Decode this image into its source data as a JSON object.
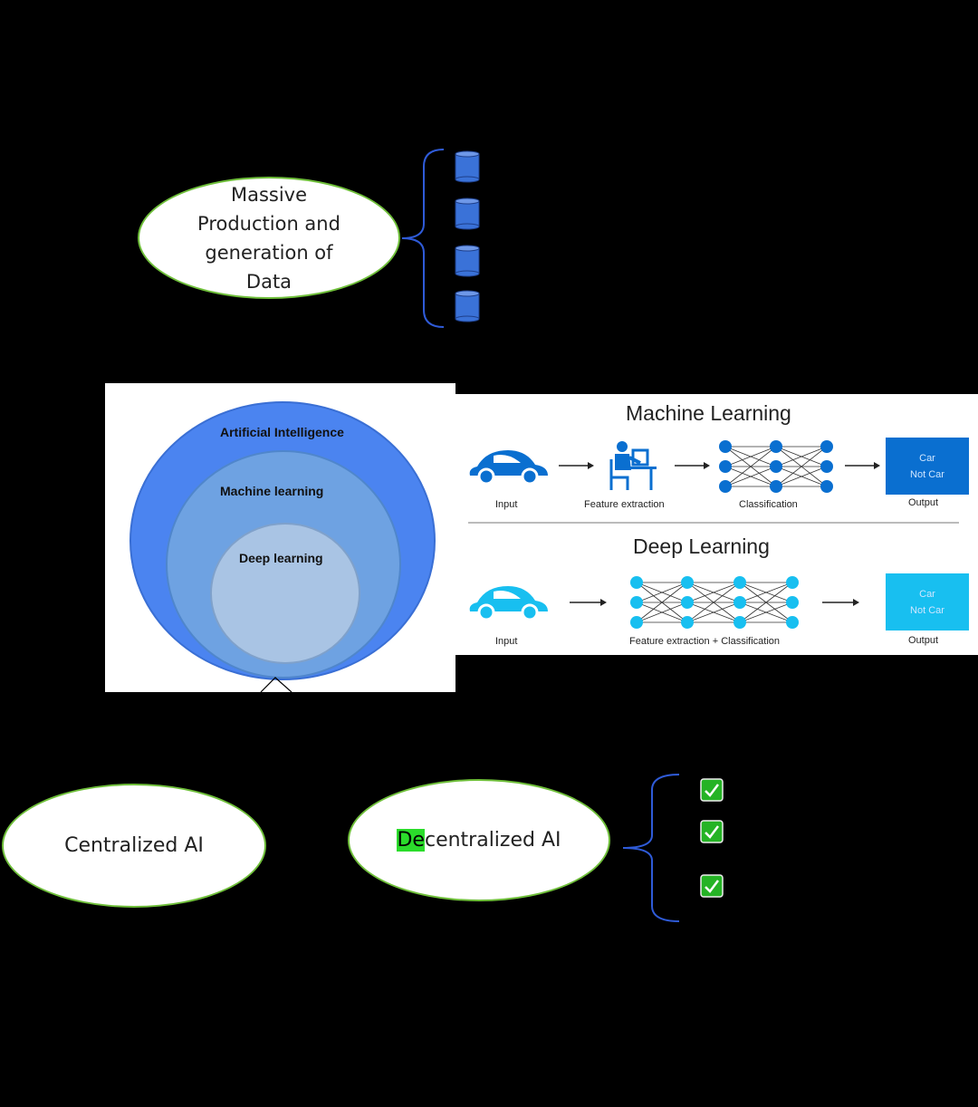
{
  "data_ellipse": {
    "lines": [
      "Massive",
      "Production and",
      "generation of",
      "Data"
    ]
  },
  "ai_circles": {
    "outer": "Artificial Intelligence",
    "middle": "Machine learning",
    "inner": "Deep learning"
  },
  "ml_panel": {
    "title": "Machine Learning",
    "input": "Input",
    "feature": "Feature extraction",
    "classification": "Classification",
    "output": "Output",
    "out_car": "Car",
    "out_notcar": "Not Car"
  },
  "dl_panel": {
    "title": "Deep Learning",
    "input": "Input",
    "combined": "Feature extraction + Classification",
    "output": "Output",
    "out_car": "Car",
    "out_notcar": "Not Car"
  },
  "centralized": {
    "label": "Centralized AI"
  },
  "decentralized": {
    "highlight": "De",
    "rest": "centralized AI"
  },
  "colors": {
    "outer_circle": "#4b84f0",
    "middle_circle": "#6ea2e2",
    "inner_circle": "#a9c4e4",
    "ml_blue": "#0a6fd0",
    "dl_blue": "#18bff0",
    "highlight": "#2bdc2b",
    "check_green": "#25b325",
    "db_blue": "#3a72d8"
  }
}
